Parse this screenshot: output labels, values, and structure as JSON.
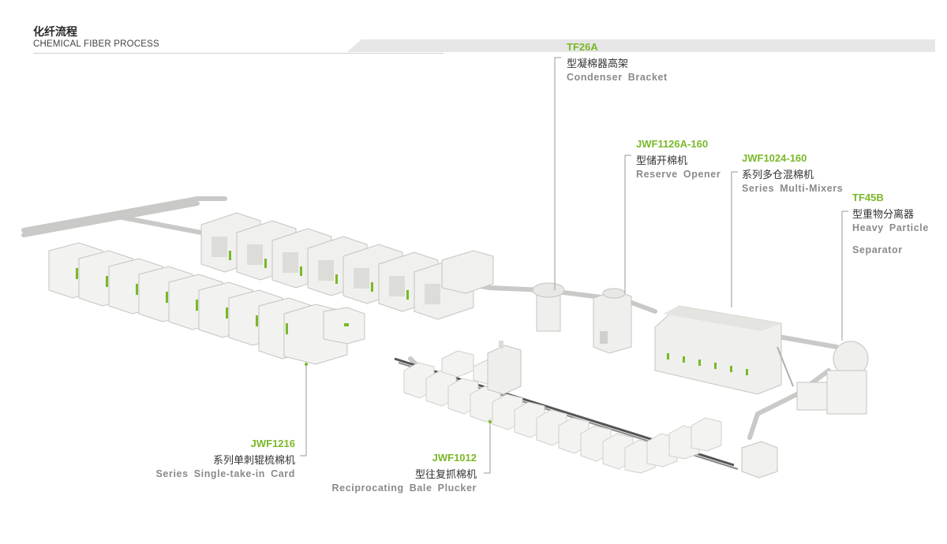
{
  "header": {
    "title": "化纤流程",
    "subtitle": "CHEMICAL FIBER PROCESS"
  },
  "callouts": {
    "tf26a": {
      "code": "TF26A",
      "cn": "型凝棉器高架",
      "en": "Condenser Bracket"
    },
    "jwf1126a": {
      "code": "JWF1126A-160",
      "cn": "型储开棉机",
      "en": "Reserve Opener"
    },
    "jwf1024": {
      "code": "JWF1024-160",
      "cn": "系列多仓混棉机",
      "en": "Series Multi-Mixers"
    },
    "tf45b": {
      "code": "TF45B",
      "cn": "型重物分离器",
      "en1": "Heavy Particle",
      "en2": "Separator"
    },
    "jwf1216": {
      "code": "JWF1216",
      "cn": "系列单刺辊梳棉机",
      "en": "Series Single-take-in Card"
    },
    "jwf1012": {
      "code": "JWF1012",
      "cn": "型往复抓棉机",
      "en": "Reciprocating Bale Plucker"
    }
  },
  "colors": {
    "accent_green": "#7ab829",
    "machine_body": "#f1f1ef",
    "machine_shadow": "#d8d8d4",
    "leader_line": "#9a9a9a"
  }
}
